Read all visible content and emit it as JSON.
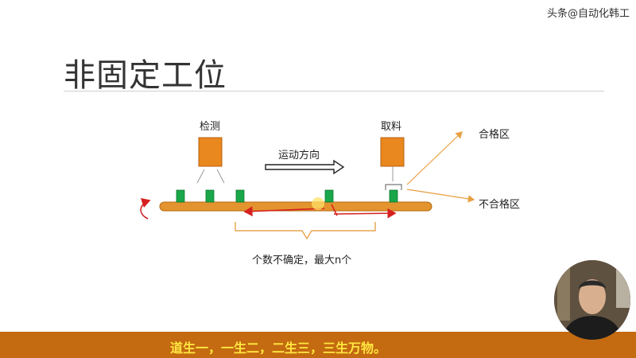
{
  "watermark": "头条@自动化韩工",
  "slide": {
    "title": "非固定工位",
    "labels": {
      "inspection": "检测",
      "pickup": "取料",
      "direction": "运动方向",
      "pass_zone": "合格区",
      "fail_zone": "不合格区",
      "count_note": "个数不确定，最大n个"
    }
  },
  "subtitle": "道生一，一生二，二生三，三生万物。",
  "colors": {
    "station_orange": "#e8881e",
    "conveyor_orange": "#e3942e",
    "part_green": "#1aa64a",
    "annotation_red": "#d62020",
    "subtitle_bar": "#c46a10",
    "subtitle_text": "#ffe640"
  },
  "icons": {
    "direction_arrow": "outlined-right-arrow-icon",
    "rotation_arrow": "curved-arrow-icon"
  }
}
